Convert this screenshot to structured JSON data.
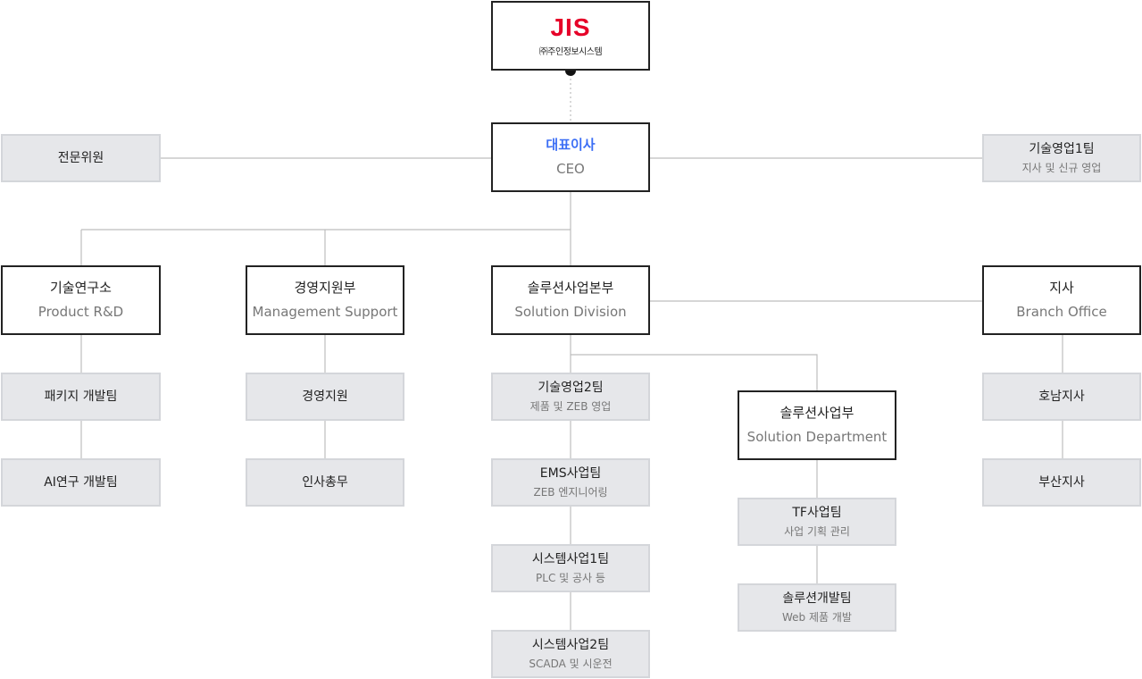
{
  "company": {
    "logo": "JIS",
    "name": "㈜주인정보시스템"
  },
  "ceo": {
    "title": "대표이사",
    "subtitle": "CEO"
  },
  "advisory": {
    "title": "전문위원"
  },
  "sales1": {
    "title": "기술영업1팀",
    "subtitle": "지사 및 신규 영업"
  },
  "rnd": {
    "title": "기술연구소",
    "subtitle": "Product R&D"
  },
  "management": {
    "title": "경영지원부",
    "subtitle": "Management Support"
  },
  "solution_division": {
    "title": "솔루션사업본부",
    "subtitle": "Solution Division"
  },
  "branch": {
    "title": "지사",
    "subtitle": "Branch Office"
  },
  "rnd_teams": [
    {
      "title": "패키지 개발팀"
    },
    {
      "title": "AI연구 개발팀"
    }
  ],
  "management_teams": [
    {
      "title": "경영지원"
    },
    {
      "title": "인사총무"
    }
  ],
  "solution_teams": [
    {
      "title": "기술영업2팀",
      "subtitle": "제품 및 ZEB 영업"
    },
    {
      "title": "EMS사업팀",
      "subtitle": "ZEB 엔지니어링"
    },
    {
      "title": "시스템사업1팀",
      "subtitle": "PLC 및 공사 등"
    },
    {
      "title": "시스템사업2팀",
      "subtitle": "SCADA 및 시운전"
    }
  ],
  "solution_department": {
    "title": "솔루션사업부",
    "subtitle": "Solution Department"
  },
  "department_teams": [
    {
      "title": "TF사업팀",
      "subtitle": "사업 기획 관리"
    },
    {
      "title": "솔루션개발팀",
      "subtitle": "Web 제품 개발"
    }
  ],
  "branch_offices": [
    {
      "title": "호남지사"
    },
    {
      "title": "부산지사"
    }
  ]
}
